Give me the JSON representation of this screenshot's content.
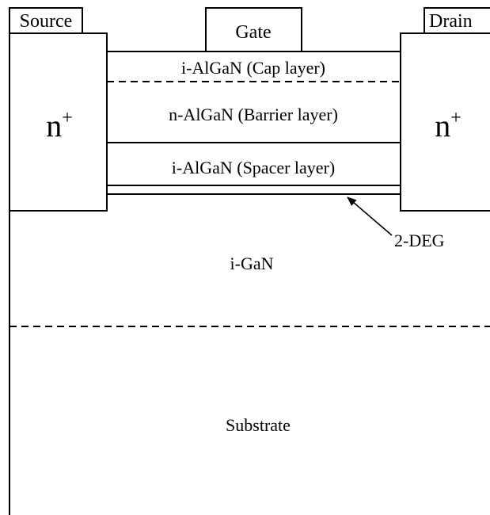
{
  "diagram": {
    "contacts": {
      "source": "Source",
      "gate": "Gate",
      "drain": "Drain"
    },
    "regions": {
      "left_doped_base": "n",
      "left_doped_sup": "+",
      "right_doped_base": "n",
      "right_doped_sup": "+"
    },
    "layers": {
      "cap": "i-AlGaN (Cap layer)",
      "barrier": "n-AlGaN (Barrier layer)",
      "spacer": "i-AlGaN (Spacer layer)",
      "buffer": "i-GaN",
      "substrate": "Substrate"
    },
    "annotation": {
      "channel": "2-DEG"
    },
    "colors": {
      "line": "#000000",
      "background": "#ffffff"
    }
  }
}
